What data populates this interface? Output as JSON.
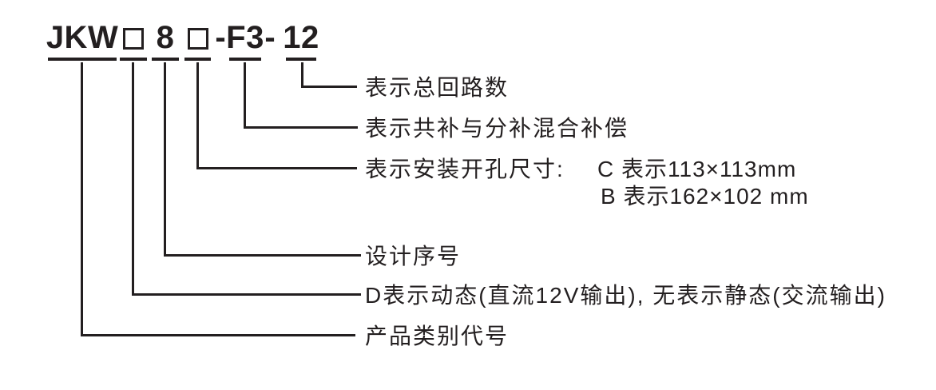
{
  "title": {
    "full_model": "JKW□8□-F3-12",
    "separator": "-",
    "segments": [
      {
        "id": "product-class",
        "text": "JKW",
        "type": "text"
      },
      {
        "id": "dynamic-flag-box",
        "text": "",
        "type": "blank-box"
      },
      {
        "id": "design-serial-digit",
        "text": "8",
        "type": "text"
      },
      {
        "id": "hole-size-box",
        "text": "",
        "type": "blank-box"
      },
      {
        "id": "compensation-code",
        "text": "F3",
        "type": "text"
      },
      {
        "id": "circuit-count",
        "text": "12",
        "type": "text"
      }
    ]
  },
  "labels": [
    {
      "id": "total-circuits",
      "text": "表示总回路数"
    },
    {
      "id": "mixed-compensation",
      "text": "表示共补与分补混合补偿"
    },
    {
      "id": "mounting-hole",
      "text": "表示安装开孔尺寸:"
    },
    {
      "id": "mounting-hole-option-c",
      "text": "C 表示113×113mm"
    },
    {
      "id": "mounting-hole-option-b",
      "text": "B 表示162×102 mm"
    },
    {
      "id": "design-serial",
      "text": "设计序号"
    },
    {
      "id": "dynamic-static",
      "text": "D表示动态(直流12V输出), 无表示静态(交流输出)"
    },
    {
      "id": "product-category",
      "text": "产品类别代号"
    }
  ],
  "colors": {
    "ink": "#231f20",
    "background": "#ffffff"
  }
}
